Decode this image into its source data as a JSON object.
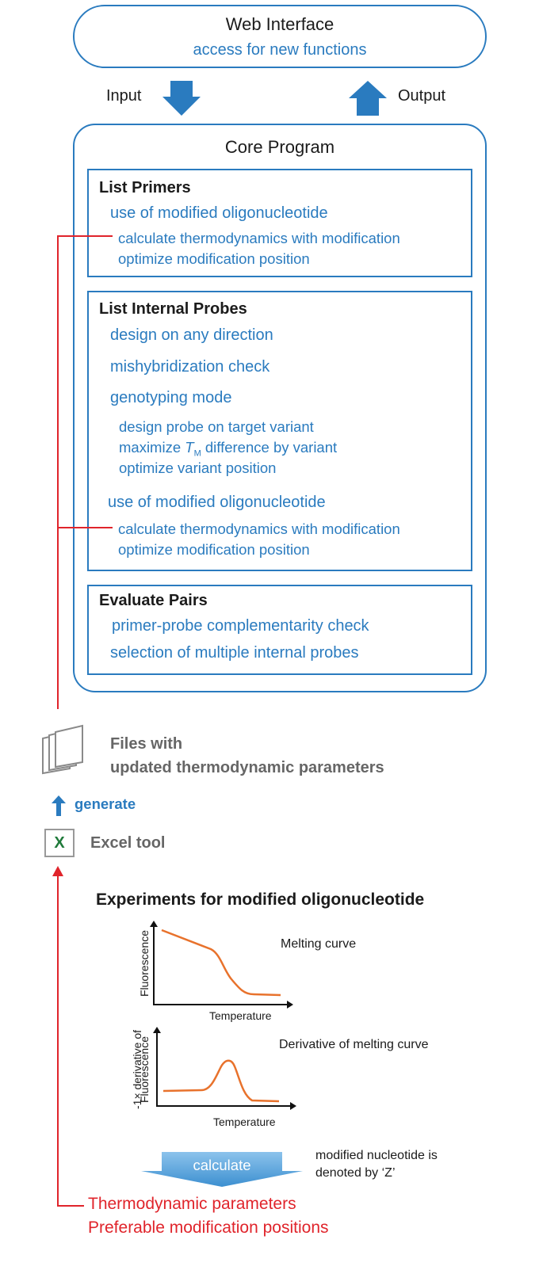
{
  "web": {
    "title": "Web Interface",
    "subtitle": "access for new functions",
    "input": "Input",
    "output": "Output"
  },
  "core": {
    "title": "Core Program",
    "list_primers": {
      "title": "List Primers",
      "item1": "use of modified oligonucleotide",
      "sub1": "calculate thermodynamics with modification",
      "sub2": "optimize modification position"
    },
    "list_probes": {
      "title": "List Internal Probes",
      "item1": "design on any direction",
      "item2": "mishybridization check",
      "item3": "genotyping mode",
      "g1": "design probe on target variant",
      "g2_pre": "maximize ",
      "g2_T": "T",
      "g2_M": "M",
      "g2_post": " difference by variant",
      "g3": "optimize variant position",
      "item4": "use of modified oligonucleotide",
      "sub1": "calculate thermodynamics with modification",
      "sub2": "optimize modification position"
    },
    "evaluate": {
      "title": "Evaluate Pairs",
      "item1": "primer-probe complementarity check",
      "item2": "selection of multiple internal probes"
    }
  },
  "files": {
    "line1": "Files with",
    "line2": "updated thermodynamic parameters"
  },
  "generate": "generate",
  "excel": {
    "icon_letter": "X",
    "label": "Excel tool"
  },
  "experiments": {
    "title": "Experiments for modified oligonucleotide",
    "melting_label": "Melting curve",
    "melting_ylabel": "Fluorescence",
    "melting_xlabel": "Temperature",
    "deriv_label": "Derivative of melting curve",
    "deriv_ylabel1": "-1× derivative of",
    "deriv_ylabel2": "Fluorescence",
    "deriv_xlabel": "Temperature"
  },
  "calculate": {
    "label": "calculate",
    "note1": "modified nucleotide is",
    "note2": "denoted by ‘Z’"
  },
  "results": {
    "line1": "Thermodynamic parameters",
    "line2": "Preferable modification positions"
  },
  "colors": {
    "blue": "#2a7bbf",
    "red": "#e0242b",
    "orange": "#e8722c",
    "excel_green": "#1f7a3a"
  }
}
